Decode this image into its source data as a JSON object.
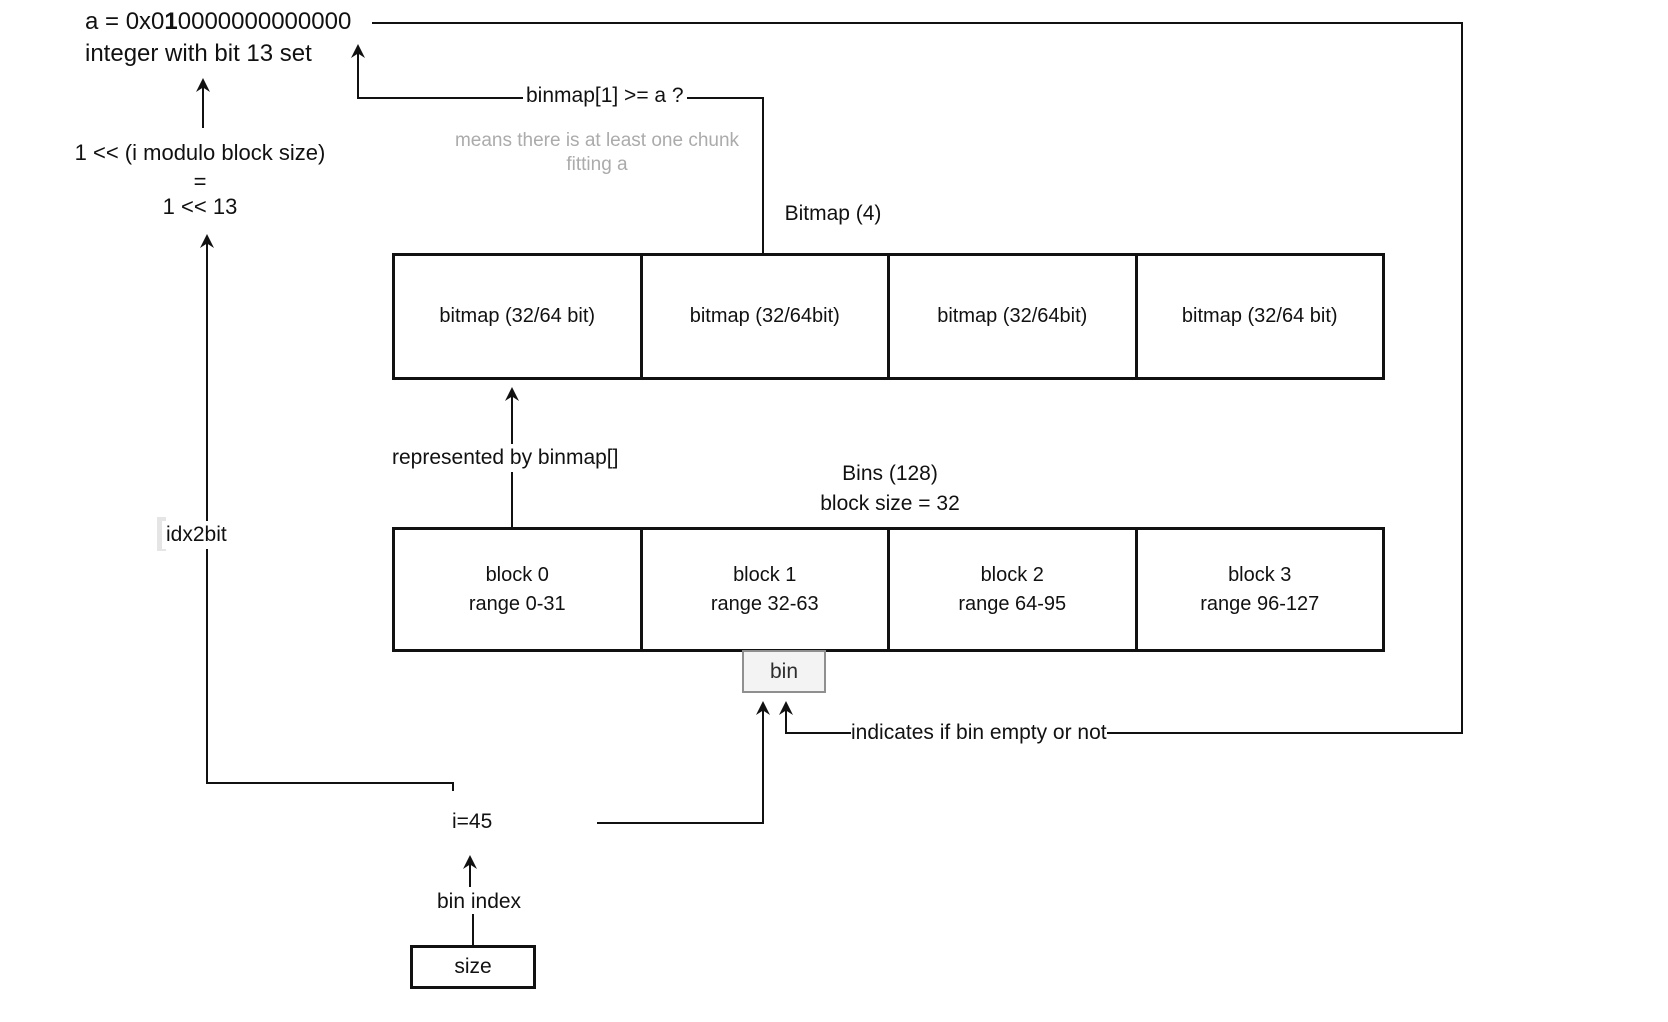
{
  "annotations": {
    "a_prefix": "a = 0x0",
    "a_bold": "1",
    "a_zeros": "0000000000000",
    "a_desc": "integer with bit 13 set",
    "shift_expr": "1 << (i modulo block size)",
    "equals": "=",
    "shift_result": "1 << 13",
    "idx2bit": "idx2bit",
    "binmap_question": "binmap[1] >= a ?",
    "note_line1": "means there is at least one chunk",
    "note_line2": "fitting a",
    "represented": "represented by binmap[]",
    "indicates": "indicates if bin empty or not",
    "i_value": "i=45",
    "bin_index": "bin index"
  },
  "bitmap": {
    "title": "Bitmap (4)",
    "cells": [
      "bitmap (32/64 bit)",
      "bitmap (32/64bit)",
      "bitmap (32/64bit)",
      "bitmap (32/64 bit)"
    ]
  },
  "bins": {
    "title": "Bins (128)",
    "subtitle": "block size = 32",
    "blocks": [
      {
        "name": "block 0",
        "range": "range 0-31"
      },
      {
        "name": "block 1",
        "range": "range 32-63"
      },
      {
        "name": "block 2",
        "range": "range 64-95"
      },
      {
        "name": "block 3",
        "range": "range 96-127"
      }
    ]
  },
  "bin_box_label": "bin",
  "size_box_label": "size",
  "colors": {
    "line": "#111111",
    "note_gray": "#ababab",
    "bin_fill": "#f3f3f3",
    "bin_border": "#8f8f8f",
    "highlight_bar": "#e5e5e5"
  }
}
